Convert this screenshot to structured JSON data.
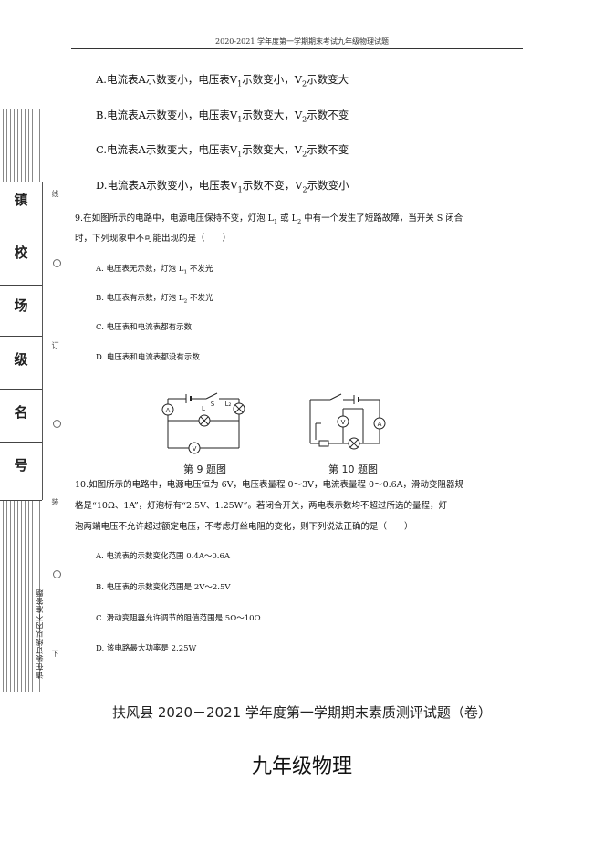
{
  "header": {
    "title": "2020-2021 学年度第一学期期末考试九年级物理试题"
  },
  "q8_options": [
    {
      "pre": "A.电流表A示数变小，电压表V",
      "s1": "1",
      "mid": "示数变小，V",
      "s2": "2",
      "post": "示数变大"
    },
    {
      "pre": "B.电流表A示数变小，电压表V",
      "s1": "1",
      "mid": "示数变大，V",
      "s2": "2",
      "post": "示数不变"
    },
    {
      "pre": "C.电流表A示数变大，电压表V",
      "s1": "1",
      "mid": "示数变大，V",
      "s2": "2",
      "post": "示数不变"
    },
    {
      "pre": "D.电流表A示数变小，电压表V",
      "s1": "1",
      "mid": "示数不变，V",
      "s2": "2",
      "post": "示数变小"
    }
  ],
  "q9": {
    "line1_pre": "9.在如图所示的电路中，电源电压保持不变，灯泡 L",
    "line1_s1": "1",
    "line1_mid": " 或 L",
    "line1_s2": "2",
    "line1_post": " 中有一个发生了短路故障，当开关 S 闭合",
    "line2": "时，下列现象中不可能出现的是（　　）",
    "options": [
      {
        "pre": "A. 电压表无示数，灯泡 L",
        "sub": "1",
        "post": " 不发光"
      },
      {
        "pre": "B. 电压表有示数，灯泡 L",
        "sub": "2",
        "post": " 不发光"
      },
      {
        "pre": "C. 电压表和电流表都有示数",
        "sub": "",
        "post": ""
      },
      {
        "pre": "D. 电压表和电流表都没有示数",
        "sub": "",
        "post": ""
      }
    ],
    "figure_caption": "第 9 题图",
    "fig_labels": {
      "a": "A",
      "v": "V",
      "s": "S",
      "l1": "L",
      "l2": "L₂"
    }
  },
  "q10": {
    "line1": "10.如图所示的电路中，电源电压恒为 6V，电压表量程 0～3V，电流表量程 0～0.6A，滑动变阻器规",
    "line2": "格是“10Ω、1A”，灯泡标有“2.5V、1.25W”。若闭合开关，两电表示数均不超过所选的量程，灯",
    "line3": "泡两端电压不允许超过额定电压，不考虑灯丝电阻的变化，则下列说法正确的是（　　）",
    "options": [
      "A. 电流表的示数变化范围 0.4A～0.6A",
      "B. 电压表的示数变化范围是 2V～2.5V",
      "C. 滑动变阻器允许调节的阻值范围是 5Ω～10Ω",
      "D. 该电路最大功率是 2.25W"
    ],
    "figure_caption": "第 10 题图",
    "fig_labels": {
      "v": "V",
      "a": "A"
    }
  },
  "binding": {
    "fields": [
      "镇",
      "校",
      "场",
      "级",
      "名",
      "号"
    ],
    "marks": [
      "线",
      "订",
      "装",
      "下"
    ],
    "note": "请在装订线以内不准答题"
  },
  "footer": {
    "title": "扶风县 2020－2021 学年度第一学期期末素质测评试题（卷）",
    "subtitle": "九年级物理"
  }
}
